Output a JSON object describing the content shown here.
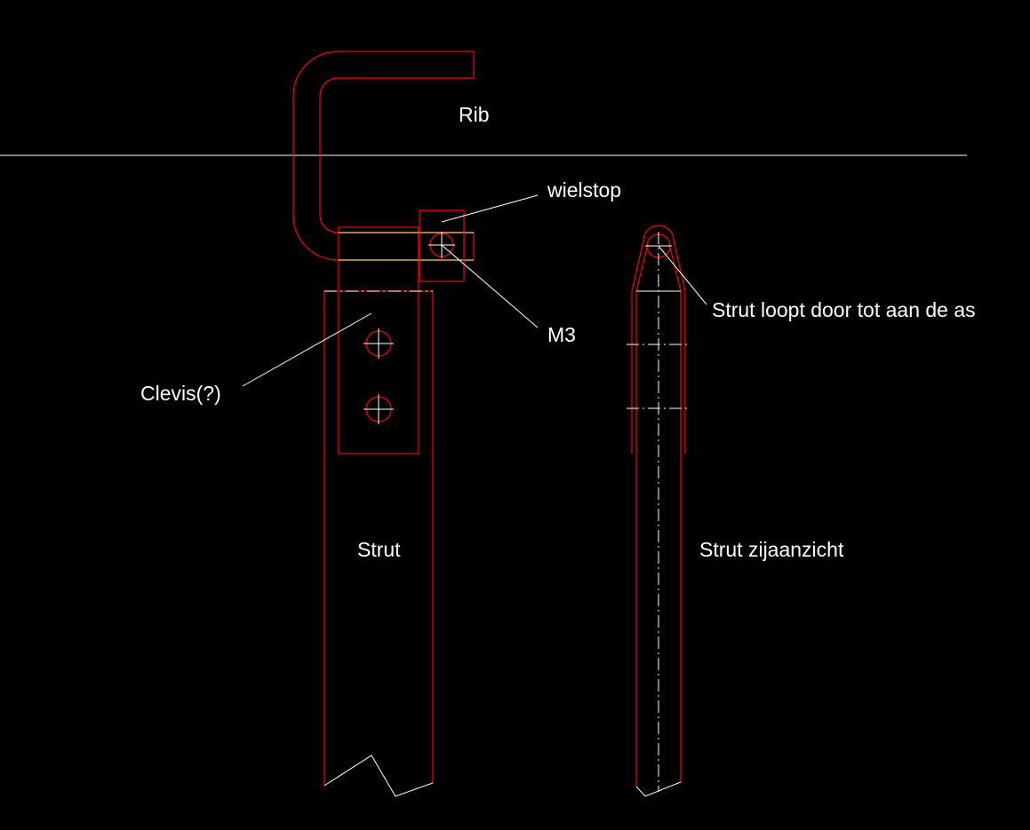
{
  "labels": {
    "rib": "Rib",
    "wielstop": "wielstop",
    "m3": "M3",
    "clevis": "Clevis(?)",
    "strut": "Strut",
    "strut_side_view": "Strut zijaanzicht",
    "strut_note": "Strut loopt door tot aan de as"
  },
  "colors": {
    "background": "#000000",
    "outline": "#ff0000",
    "annotation": "#ffffff",
    "hidden": "#ffffa0"
  }
}
